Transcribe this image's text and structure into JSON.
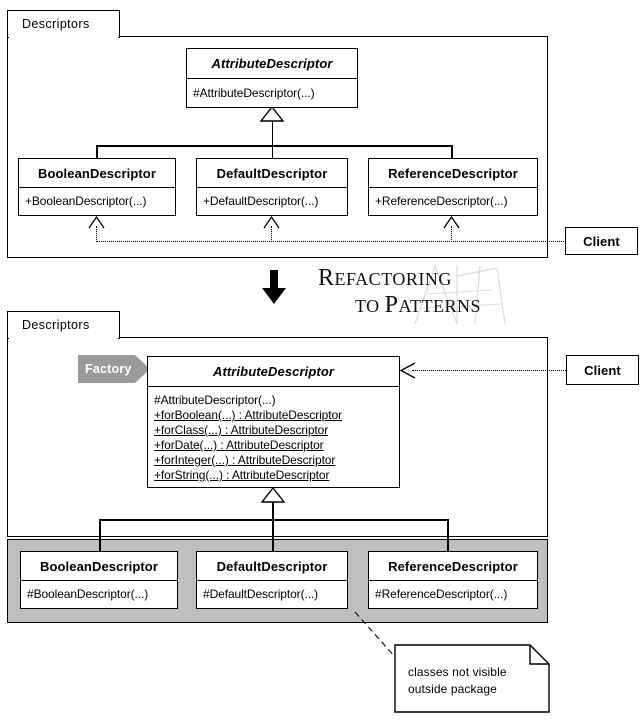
{
  "diagram": {
    "title": "Refactoring to Patterns - Creation Method / Factory refactoring",
    "logo": {
      "line1": "Refactoring",
      "line2": "to Patterns"
    },
    "transform_arrow": "down-arrow"
  },
  "before": {
    "package": {
      "label": "Descriptors"
    },
    "base_class": {
      "name": "AttributeDescriptor",
      "abstract": true,
      "operations": [
        {
          "text": "#AttributeDescriptor(...)",
          "static": false
        }
      ]
    },
    "subclasses": [
      {
        "name": "BooleanDescriptor",
        "operations": [
          {
            "text": "+BooleanDescriptor(...)",
            "static": false
          }
        ]
      },
      {
        "name": "DefaultDescriptor",
        "operations": [
          {
            "text": "+DefaultDescriptor(...)",
            "static": false
          }
        ]
      },
      {
        "name": "ReferenceDescriptor",
        "operations": [
          {
            "text": "+ReferenceDescriptor(...)",
            "static": false
          }
        ]
      }
    ],
    "client": {
      "name": "Client"
    }
  },
  "after": {
    "package": {
      "label": "Descriptors"
    },
    "stereotype_badge": {
      "label": "Factory",
      "color": "#9a9a9a"
    },
    "base_class": {
      "name": "AttributeDescriptor",
      "abstract": true,
      "operations": [
        {
          "text": "#AttributeDescriptor(...)",
          "static": false
        },
        {
          "text": "+forBoolean(...) : AttributeDescriptor",
          "static": true
        },
        {
          "text": "+forClass(...) : AttributeDescriptor",
          "static": true
        },
        {
          "text": "+forDate(...) : AttributeDescriptor",
          "static": true
        },
        {
          "text": "+forInteger(...) : AttributeDescriptor",
          "static": true
        },
        {
          "text": "+forString(...) : AttributeDescriptor",
          "static": true
        }
      ]
    },
    "subclasses": [
      {
        "name": "BooleanDescriptor",
        "operations": [
          {
            "text": "#BooleanDescriptor(...)",
            "static": false
          }
        ]
      },
      {
        "name": "DefaultDescriptor",
        "operations": [
          {
            "text": "#DefaultDescriptor(...)",
            "static": false
          }
        ]
      },
      {
        "name": "ReferenceDescriptor",
        "operations": [
          {
            "text": "#ReferenceDescriptor(...)",
            "static": false
          }
        ]
      }
    ],
    "client": {
      "name": "Client"
    },
    "note": {
      "line1": "classes not visible",
      "line2": "outside package"
    },
    "hidden_region_color": "#bfbfbf"
  }
}
